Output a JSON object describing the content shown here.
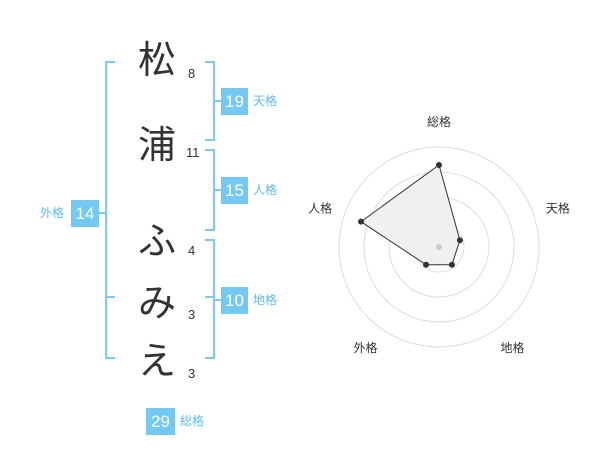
{
  "name": {
    "chars": [
      {
        "char": "松",
        "strokes": "8"
      },
      {
        "char": "浦",
        "strokes": "11"
      },
      {
        "char": "ふ",
        "strokes": "4"
      },
      {
        "char": "み",
        "strokes": "3"
      },
      {
        "char": "え",
        "strokes": "3"
      }
    ]
  },
  "fortune": {
    "tenkaku": {
      "value": "19",
      "label": "天格"
    },
    "jinkaku": {
      "value": "15",
      "label": "人格"
    },
    "chikaku": {
      "value": "10",
      "label": "地格"
    },
    "gaikaku": {
      "value": "14",
      "label": "外格"
    },
    "soukaku": {
      "value": "29",
      "label": "総格"
    }
  },
  "colors": {
    "accent": "#74c8f4",
    "bracket": "#7ec9ef",
    "text": "#333333"
  },
  "chart_data": {
    "type": "radar",
    "axes": [
      "総格",
      "天格",
      "地格",
      "外格",
      "人格"
    ],
    "values": [
      0.82,
      0.22,
      0.22,
      0.22,
      0.82
    ],
    "scale_max": 1,
    "rings": 4
  }
}
